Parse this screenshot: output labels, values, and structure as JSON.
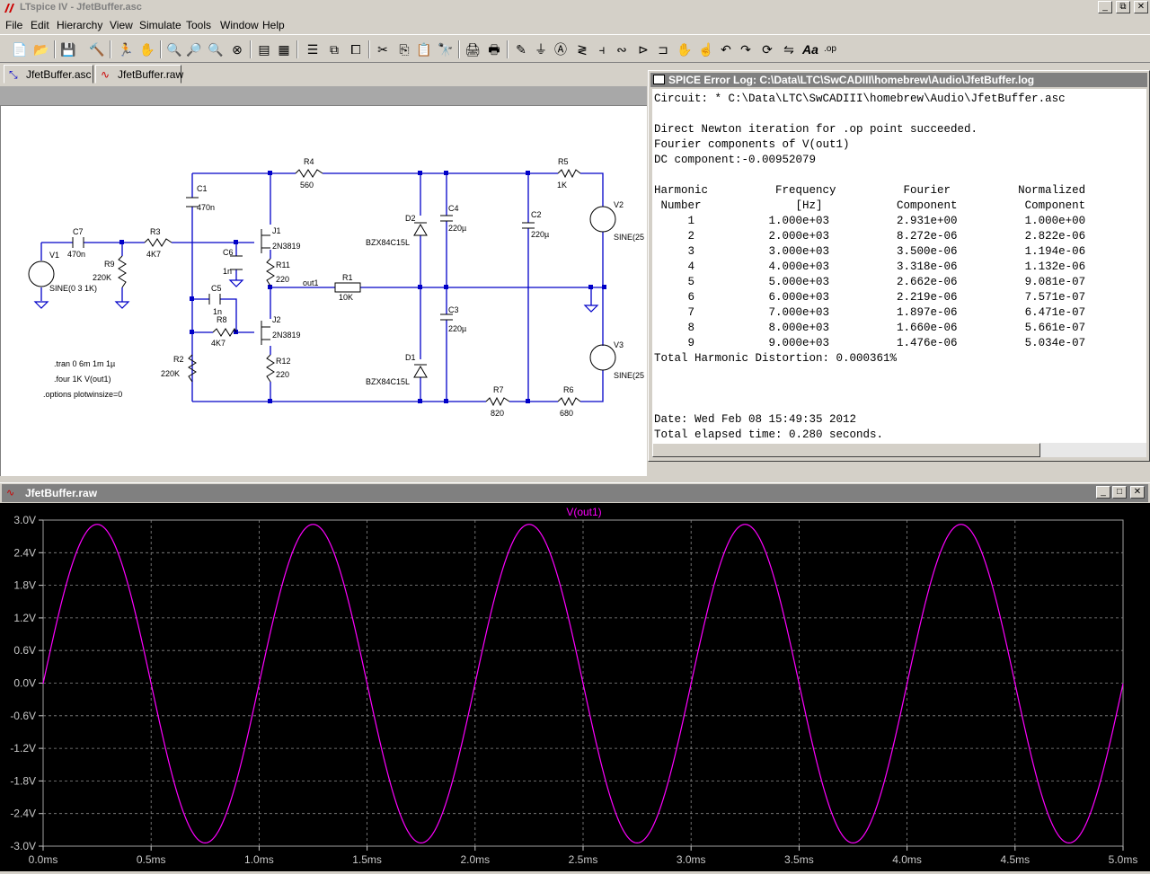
{
  "app": {
    "title": "LTspice IV - JfetBuffer.asc",
    "window_buttons": [
      "_",
      "⧉",
      "✕"
    ]
  },
  "menu": [
    "File",
    "Edit",
    "Hierarchy",
    "View",
    "Simulate",
    "Tools",
    "Window",
    "Help"
  ],
  "toolbar_icons": [
    "new-schematic-icon",
    "open-icon",
    "save-icon",
    "control-panel-icon",
    "run-icon",
    "halt-icon",
    "zoom-in-icon",
    "pan-icon",
    "zoom-out-icon",
    "zoom-fit-icon",
    "autorange-icon",
    "waveform-icon",
    "tile-icon",
    "cascade-icon",
    "close-windows-icon",
    "cut-icon",
    "copy-icon",
    "paste-icon",
    "find-icon",
    "print-preview-icon",
    "print-icon",
    "wire-icon",
    "ground-icon",
    "label-icon",
    "resistor-icon",
    "capacitor-icon",
    "inductor-icon",
    "diode-icon",
    "component-icon",
    "move-icon",
    "drag-icon",
    "undo-icon",
    "redo-icon",
    "rotate-icon",
    "mirror-icon",
    "text-icon",
    "spice-directive-icon"
  ],
  "tabs": [
    {
      "label": "JfetBuffer.asc",
      "icon": "schematic-icon"
    },
    {
      "label": "JfetBuffer.raw",
      "icon": "waveform-icon"
    }
  ],
  "schematic": {
    "labels": {
      "C1": "C1",
      "C1v": "470n",
      "C7": "C7",
      "C7v": "470n",
      "R3": "R3",
      "R3v": "4K7",
      "V1": "V1",
      "V1v": "SINE(0 3 1K)",
      "R9": "R9",
      "R9v": "220K",
      "C6": "C6",
      "C6v": "1n",
      "J1": "J1",
      "J1v": "2N3819",
      "R11": "R11",
      "R11v": "220",
      "R4": "R4",
      "R4v": "560",
      "C5": "C5",
      "C5v": "1n",
      "R8": "R8",
      "R8v": "4K7",
      "J2": "J2",
      "J2v": "2N3819",
      "R2": "R2",
      "R2v": "220K",
      "R12": "R12",
      "R12v": "220",
      "out1": "out1",
      "R1": "R1",
      "R1v": "10K",
      "D2": "D2",
      "D2v": "BZX84C15L",
      "D1": "D1",
      "D1v": "BZX84C15L",
      "C4": "C4",
      "C4v": "220µ",
      "C3": "C3",
      "C3v": "220µ",
      "C2": "C2",
      "C2v": "220µ",
      "R5": "R5",
      "R5v": "1K",
      "V2": "V2",
      "V2v": "SINE(25",
      "V3": "V3",
      "V3v": "SINE(25",
      "R7": "R7",
      "R7v": "820",
      "R6": "R6",
      "R6v": "680"
    },
    "directives": [
      ".tran 0 6m 1m 1µ",
      ".four 1K V(out1)",
      ".options plotwinsize=0"
    ]
  },
  "error_log": {
    "title": "SPICE Error Log: C:\\Data\\LTC\\SwCADIII\\homebrew\\Audio\\JfetBuffer.log",
    "lines": [
      "Circuit: * C:\\Data\\LTC\\SwCADIII\\homebrew\\Audio\\JfetBuffer.asc",
      "",
      "Direct Newton iteration for .op point succeeded.",
      "Fourier components of V(out1)",
      "DC component:-0.00952079",
      "",
      "Harmonic          Frequency          Fourier          Normalized",
      " Number              [Hz]           Component          Component",
      "     1           1.000e+03          2.931e+00          1.000e+00",
      "     2           2.000e+03          8.272e-06          2.822e-06",
      "     3           3.000e+03          3.500e-06          1.194e-06",
      "     4           4.000e+03          3.318e-06          1.132e-06",
      "     5           5.000e+03          2.662e-06          9.081e-07",
      "     6           6.000e+03          2.219e-06          7.571e-07",
      "     7           7.000e+03          1.897e-06          6.471e-07",
      "     8           8.000e+03          1.660e-06          5.661e-07",
      "     9           9.000e+03          1.476e-06          5.034e-07",
      "Total Harmonic Distortion: 0.000361%",
      "",
      "",
      "",
      "Date: Wed Feb 08 15:49:35 2012",
      "Total elapsed time: 0.280 seconds."
    ]
  },
  "waveform_window": {
    "title": "JfetBuffer.raw",
    "window_buttons": [
      "_",
      "□",
      "✕"
    ]
  },
  "chart_data": {
    "type": "line",
    "title": "V(out1)",
    "xlabel": "",
    "ylabel": "",
    "xlim": [
      0,
      5.0
    ],
    "ylim": [
      -3.0,
      3.0
    ],
    "x_tick_labels": [
      "0.0ms",
      "0.5ms",
      "1.0ms",
      "1.5ms",
      "2.0ms",
      "2.5ms",
      "3.0ms",
      "3.5ms",
      "4.0ms",
      "4.5ms",
      "5.0ms"
    ],
    "y_tick_labels": [
      "3.0V",
      "2.4V",
      "1.8V",
      "1.2V",
      "0.6V",
      "0.0V",
      "-0.6V",
      "-1.2V",
      "-1.8V",
      "-2.4V",
      "-3.0V"
    ],
    "grid": true,
    "series": [
      {
        "name": "V(out1)",
        "color": "#ff00ff",
        "amplitude": 2.931,
        "offset": -0.0095,
        "frequency_hz": 1000
      }
    ],
    "background": "#000000"
  }
}
